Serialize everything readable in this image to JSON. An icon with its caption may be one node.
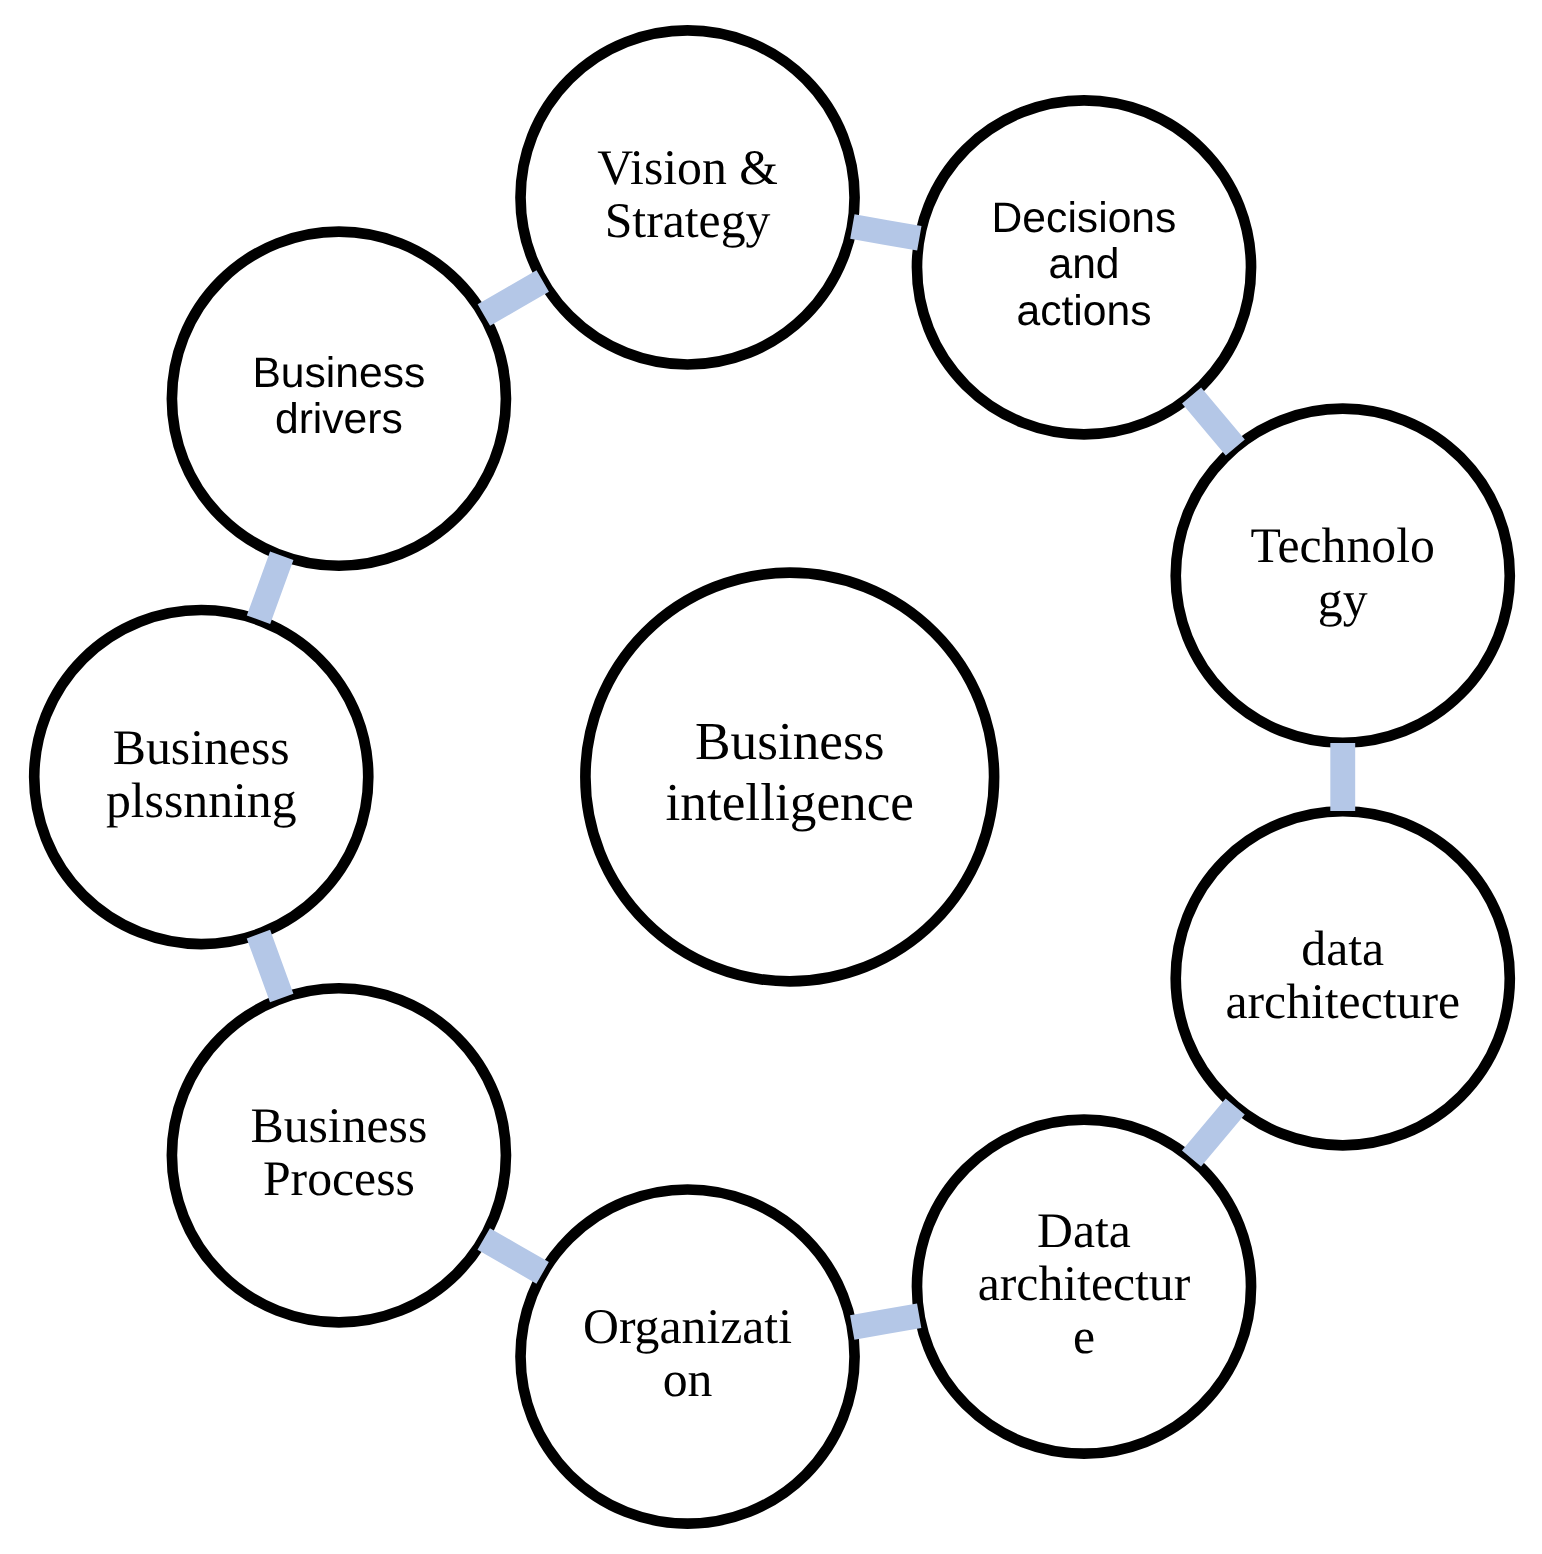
{
  "diagram": {
    "nodes": [
      {
        "text": [
          "Business intelligence"
        ]
      },
      {
        "text": [
          "Technolo gy"
        ]
      },
      {
        "text": [
          "Decisions and actions"
        ]
      },
      {
        "text": [
          "Vision & Strategy"
        ]
      },
      {
        "text": [
          "Business drivers"
        ]
      },
      {
        "text": [
          "Business plssnning"
        ]
      },
      {
        "text": [
          "Business Process"
        ]
      },
      {
        "text": [
          "Organizati on"
        ]
      },
      {
        "text": [
          "Data architectur e"
        ]
      },
      {
        "text": [
          "data architecture"
        ]
      }
    ],
    "edges": [
      {
        "from": 1,
        "to": 2,
        "arrow": "none"
      },
      {
        "from": 2,
        "to": 3,
        "arrow": "none"
      },
      {
        "from": 3,
        "to": 4,
        "arrow": "none"
      },
      {
        "from": 4,
        "to": 5,
        "arrow": "none"
      },
      {
        "from": 5,
        "to": 6,
        "arrow": "none"
      },
      {
        "from": 6,
        "to": 7,
        "arrow": "none"
      },
      {
        "from": 7,
        "to": 8,
        "arrow": "none"
      },
      {
        "from": 8,
        "to": 9,
        "arrow": "none"
      },
      {
        "from": 9,
        "to": 1,
        "arrow": "none"
      }
    ]
  }
}
